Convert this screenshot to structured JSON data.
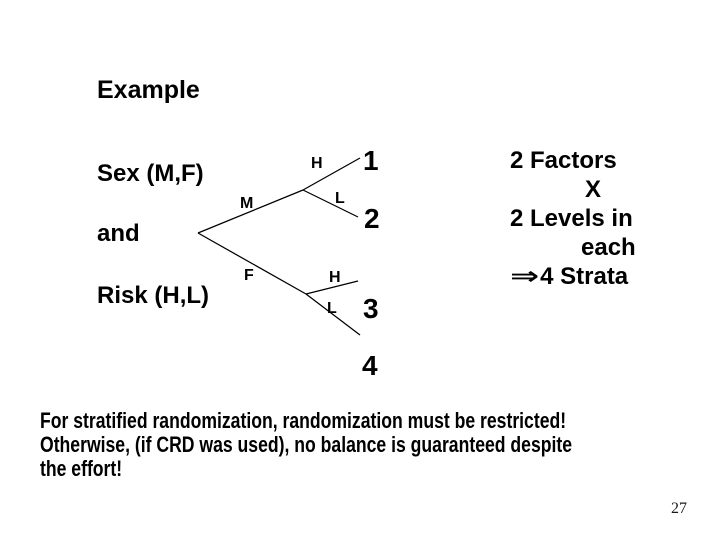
{
  "slide": {
    "title": "Example",
    "page_number": "27",
    "background_color": "#ffffff",
    "text_color": "#000000"
  },
  "factors": {
    "labels": [
      "Sex (M,F)",
      "and",
      "Risk (H,L)"
    ]
  },
  "tree": {
    "branch_labels": {
      "male": "M",
      "female": "F",
      "high_1": "H",
      "low_1": "L",
      "high_2": "H",
      "low_2": "L"
    },
    "strata": [
      "1",
      "2",
      "3",
      "4"
    ]
  },
  "summary": {
    "lines": [
      "2 Factors",
      "X",
      "2 Levels in",
      "each"
    ],
    "implies": {
      "arrow": "⇒",
      "text": "4 Strata"
    }
  },
  "footer": {
    "lines": [
      "For stratified randomization, randomization must be restricted!",
      "Otherwise, (if CRD was used), no balance is guaranteed despite",
      "the effort!"
    ]
  }
}
